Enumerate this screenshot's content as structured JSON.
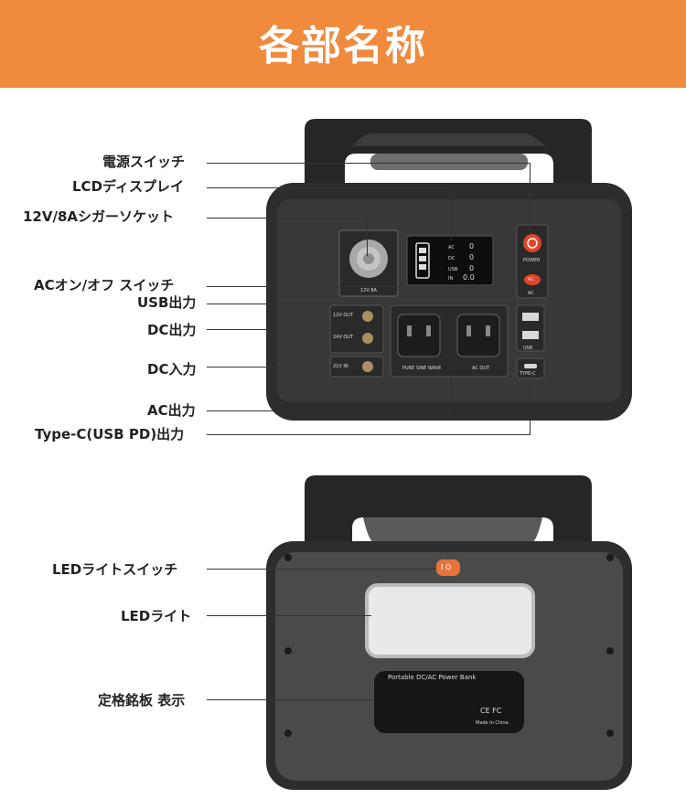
{
  "title": "各部名称",
  "labels": {
    "power_switch": "電源スイッチ",
    "lcd_display": "LCDディスプレイ",
    "cigar_socket": "12V/8Aシガーソケット",
    "ac_switch": "ACオン/オフ スイッチ",
    "usb_out": "USB出力",
    "dc_out": "DC出力",
    "dc_in": "DC入力",
    "ac_out": "AC出力",
    "typec_out": "Type-C(USB PD)出力",
    "led_switch": "LEDライトスイッチ",
    "led_light": "LEDライト",
    "nameplate": "定格銘板 表示"
  },
  "device_text": {
    "socket_label": "12V 8A",
    "power_label": "POWER",
    "ac_label": "AC",
    "ac_btn": "AC",
    "usb_label": "USB",
    "typec_label": "TYPE-C",
    "dc_12v": "12V OUT",
    "dc_24v": "24V OUT",
    "dc_in": "21V IN",
    "sine_wave": "PURE SINE WAVE",
    "ac_out": "AC OUT",
    "lcd_ac": "AC",
    "lcd_dc": "DC",
    "lcd_usb": "USB",
    "lcd_in": "IN",
    "lcd_v1": "0",
    "lcd_v2": "0",
    "lcd_v3": "0",
    "lcd_v4": "0.0",
    "led_switch_glyph": "I O",
    "plate_title": "Portable DC/AC Power Bank",
    "plate_made": "Made in China",
    "plate_marks": "CE FC"
  },
  "colors": {
    "banner": "#f08a3c",
    "body": "#2b2b2b",
    "panel": "#3a3a3a",
    "accent_red": "#e0452b",
    "led_switch": "#e8733a"
  }
}
